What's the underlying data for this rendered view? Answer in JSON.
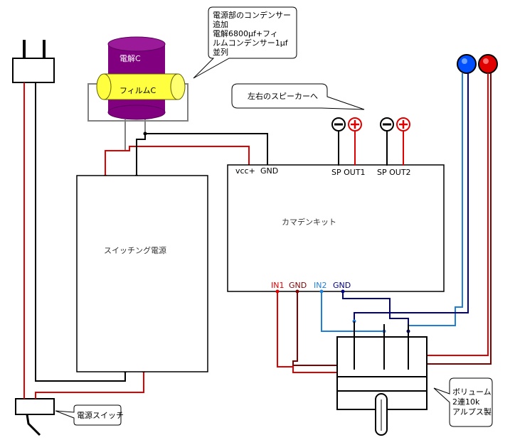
{
  "callouts": {
    "capacitor": [
      "電源部のコンデンサー",
      "追加",
      "電解6800μf+フィ",
      "ルムコンデンサー1μf",
      "並列"
    ],
    "speaker": "左右のスピーカーへ",
    "power_switch": "電源スイッチ",
    "volume": [
      "ボリューム",
      "2連10k",
      "アルプス製"
    ]
  },
  "capacitors": {
    "electrolytic": "電解C",
    "film": "フィルムC"
  },
  "switching_psu": {
    "label": "スイッチング電源"
  },
  "amp_kit": {
    "label": "カマデンキット",
    "pins_top": [
      "vcc+",
      "GND",
      "SP OUT1",
      "SP OUT2"
    ],
    "pins_bottom": [
      "IN1",
      "GND",
      "IN2",
      "GND"
    ]
  },
  "colors": {
    "red_wire": "#e00000",
    "black_wire": "#000000",
    "blue_wire": "#1e7fd8",
    "darkred_wire": "#800000",
    "navy_wire": "#000080",
    "capacitor_purple": "#800080",
    "film_yellow": "#ffff40",
    "rca_blue": "#0050ff",
    "rca_red": "#e00000"
  }
}
